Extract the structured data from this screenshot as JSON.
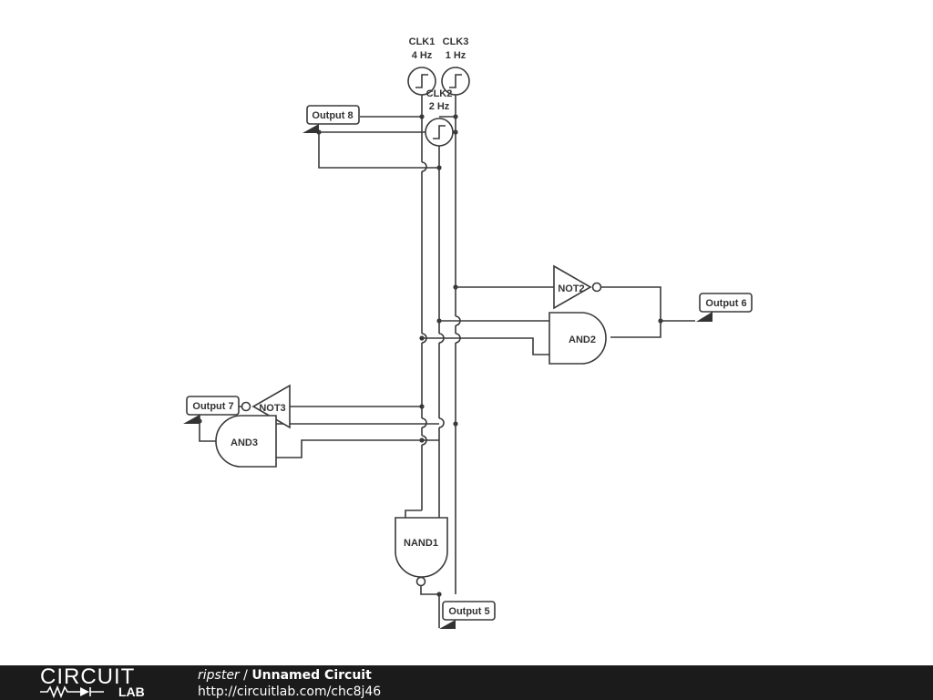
{
  "circuit": {
    "clocks": [
      {
        "name": "CLK1",
        "freq": "4 Hz"
      },
      {
        "name": "CLK3",
        "freq": "1 Hz"
      },
      {
        "name": "CLK2",
        "freq": "2 Hz"
      }
    ],
    "gates": {
      "not2": "NOT2",
      "not3": "NOT3",
      "and2": "AND2",
      "and3": "AND3",
      "nand1": "NAND1"
    },
    "outputs": {
      "output8": "Output 8",
      "output6": "Output 6",
      "output7": "Output 7",
      "output5": "Output 5"
    }
  },
  "footer": {
    "logo_top": "CIRCUIT",
    "logo_bottom": "LAB",
    "author": "ripster",
    "separator": " / ",
    "title": "Unnamed Circuit",
    "url": "http://circuitlab.com/chc8j46"
  }
}
